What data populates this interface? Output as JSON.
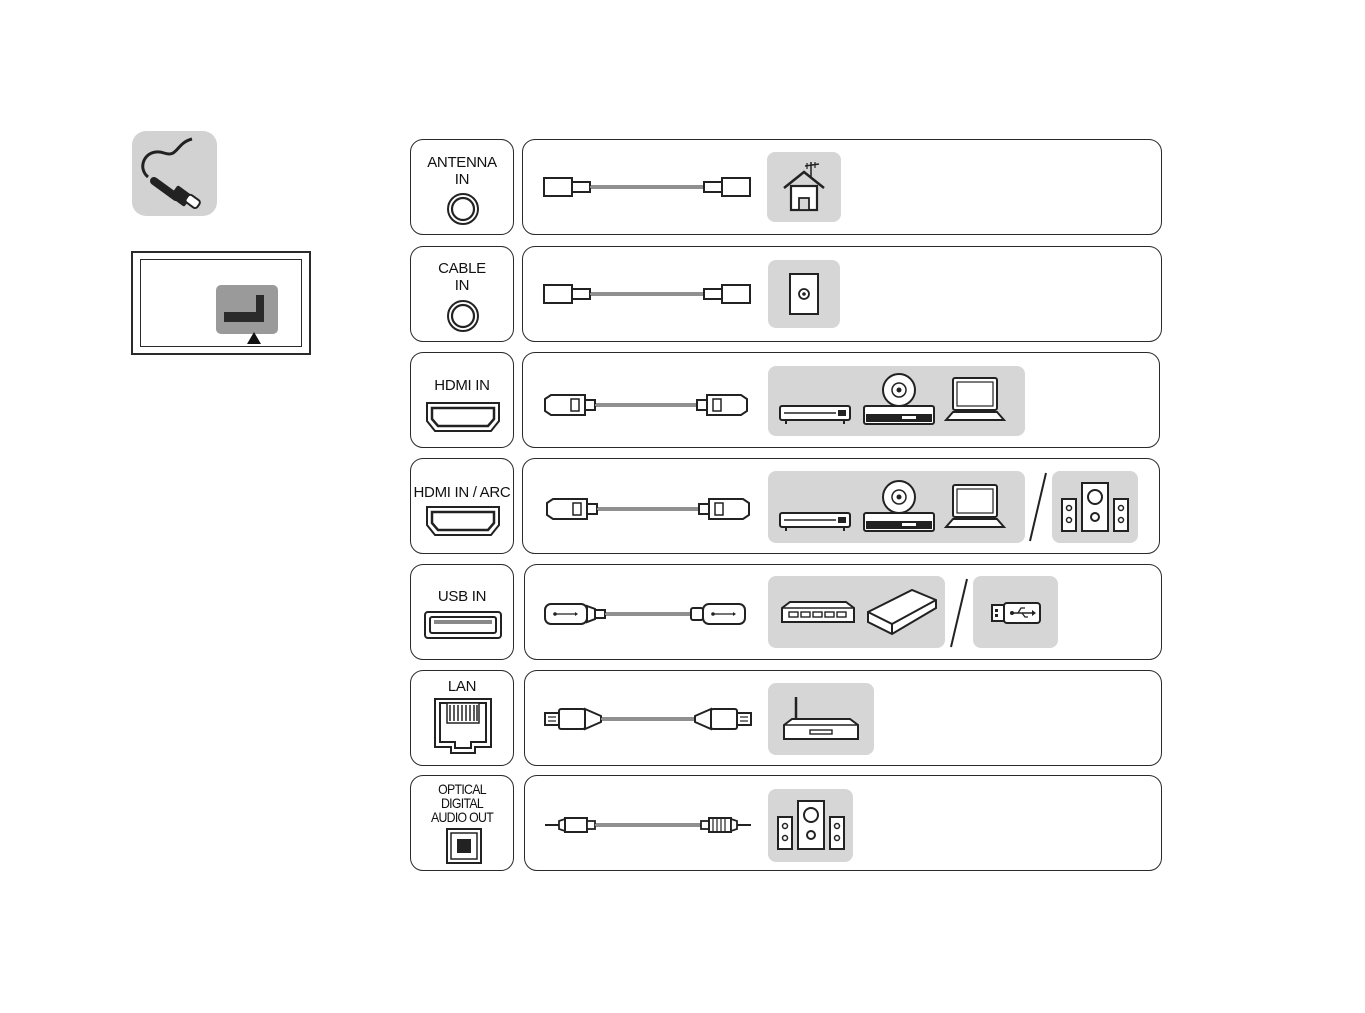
{
  "ports": [
    {
      "id": "antenna",
      "label": "ANTENNA\nIN",
      "cable": "coax",
      "devices": [
        "antenna-house"
      ]
    },
    {
      "id": "cable",
      "label": "CABLE\nIN",
      "cable": "coax",
      "devices": [
        "wall-outlet"
      ]
    },
    {
      "id": "hdmi",
      "label": "HDMI IN",
      "cable": "hdmi",
      "devices": [
        "set-top-box",
        "dvd-player",
        "laptop"
      ]
    },
    {
      "id": "hdmi-arc",
      "label": "HDMI IN / ARC",
      "cable": "hdmi",
      "devices": [
        "set-top-box",
        "dvd-player",
        "laptop",
        "speaker-system"
      ]
    },
    {
      "id": "usb",
      "label": "USB IN",
      "cable": "usb",
      "devices": [
        "usb-hub",
        "external-hdd",
        "usb-flash-drive"
      ]
    },
    {
      "id": "lan",
      "label": "LAN",
      "cable": "ethernet",
      "devices": [
        "router"
      ]
    },
    {
      "id": "optical",
      "label": "OPTICAL\nDIGITAL\nAUDIO OUT",
      "cable": "optical",
      "devices": [
        "speaker-system"
      ]
    }
  ],
  "colors": {
    "panel": "#d6d6d6",
    "line": "#2a2a2a",
    "tv_panel": "#9a9a9a"
  }
}
